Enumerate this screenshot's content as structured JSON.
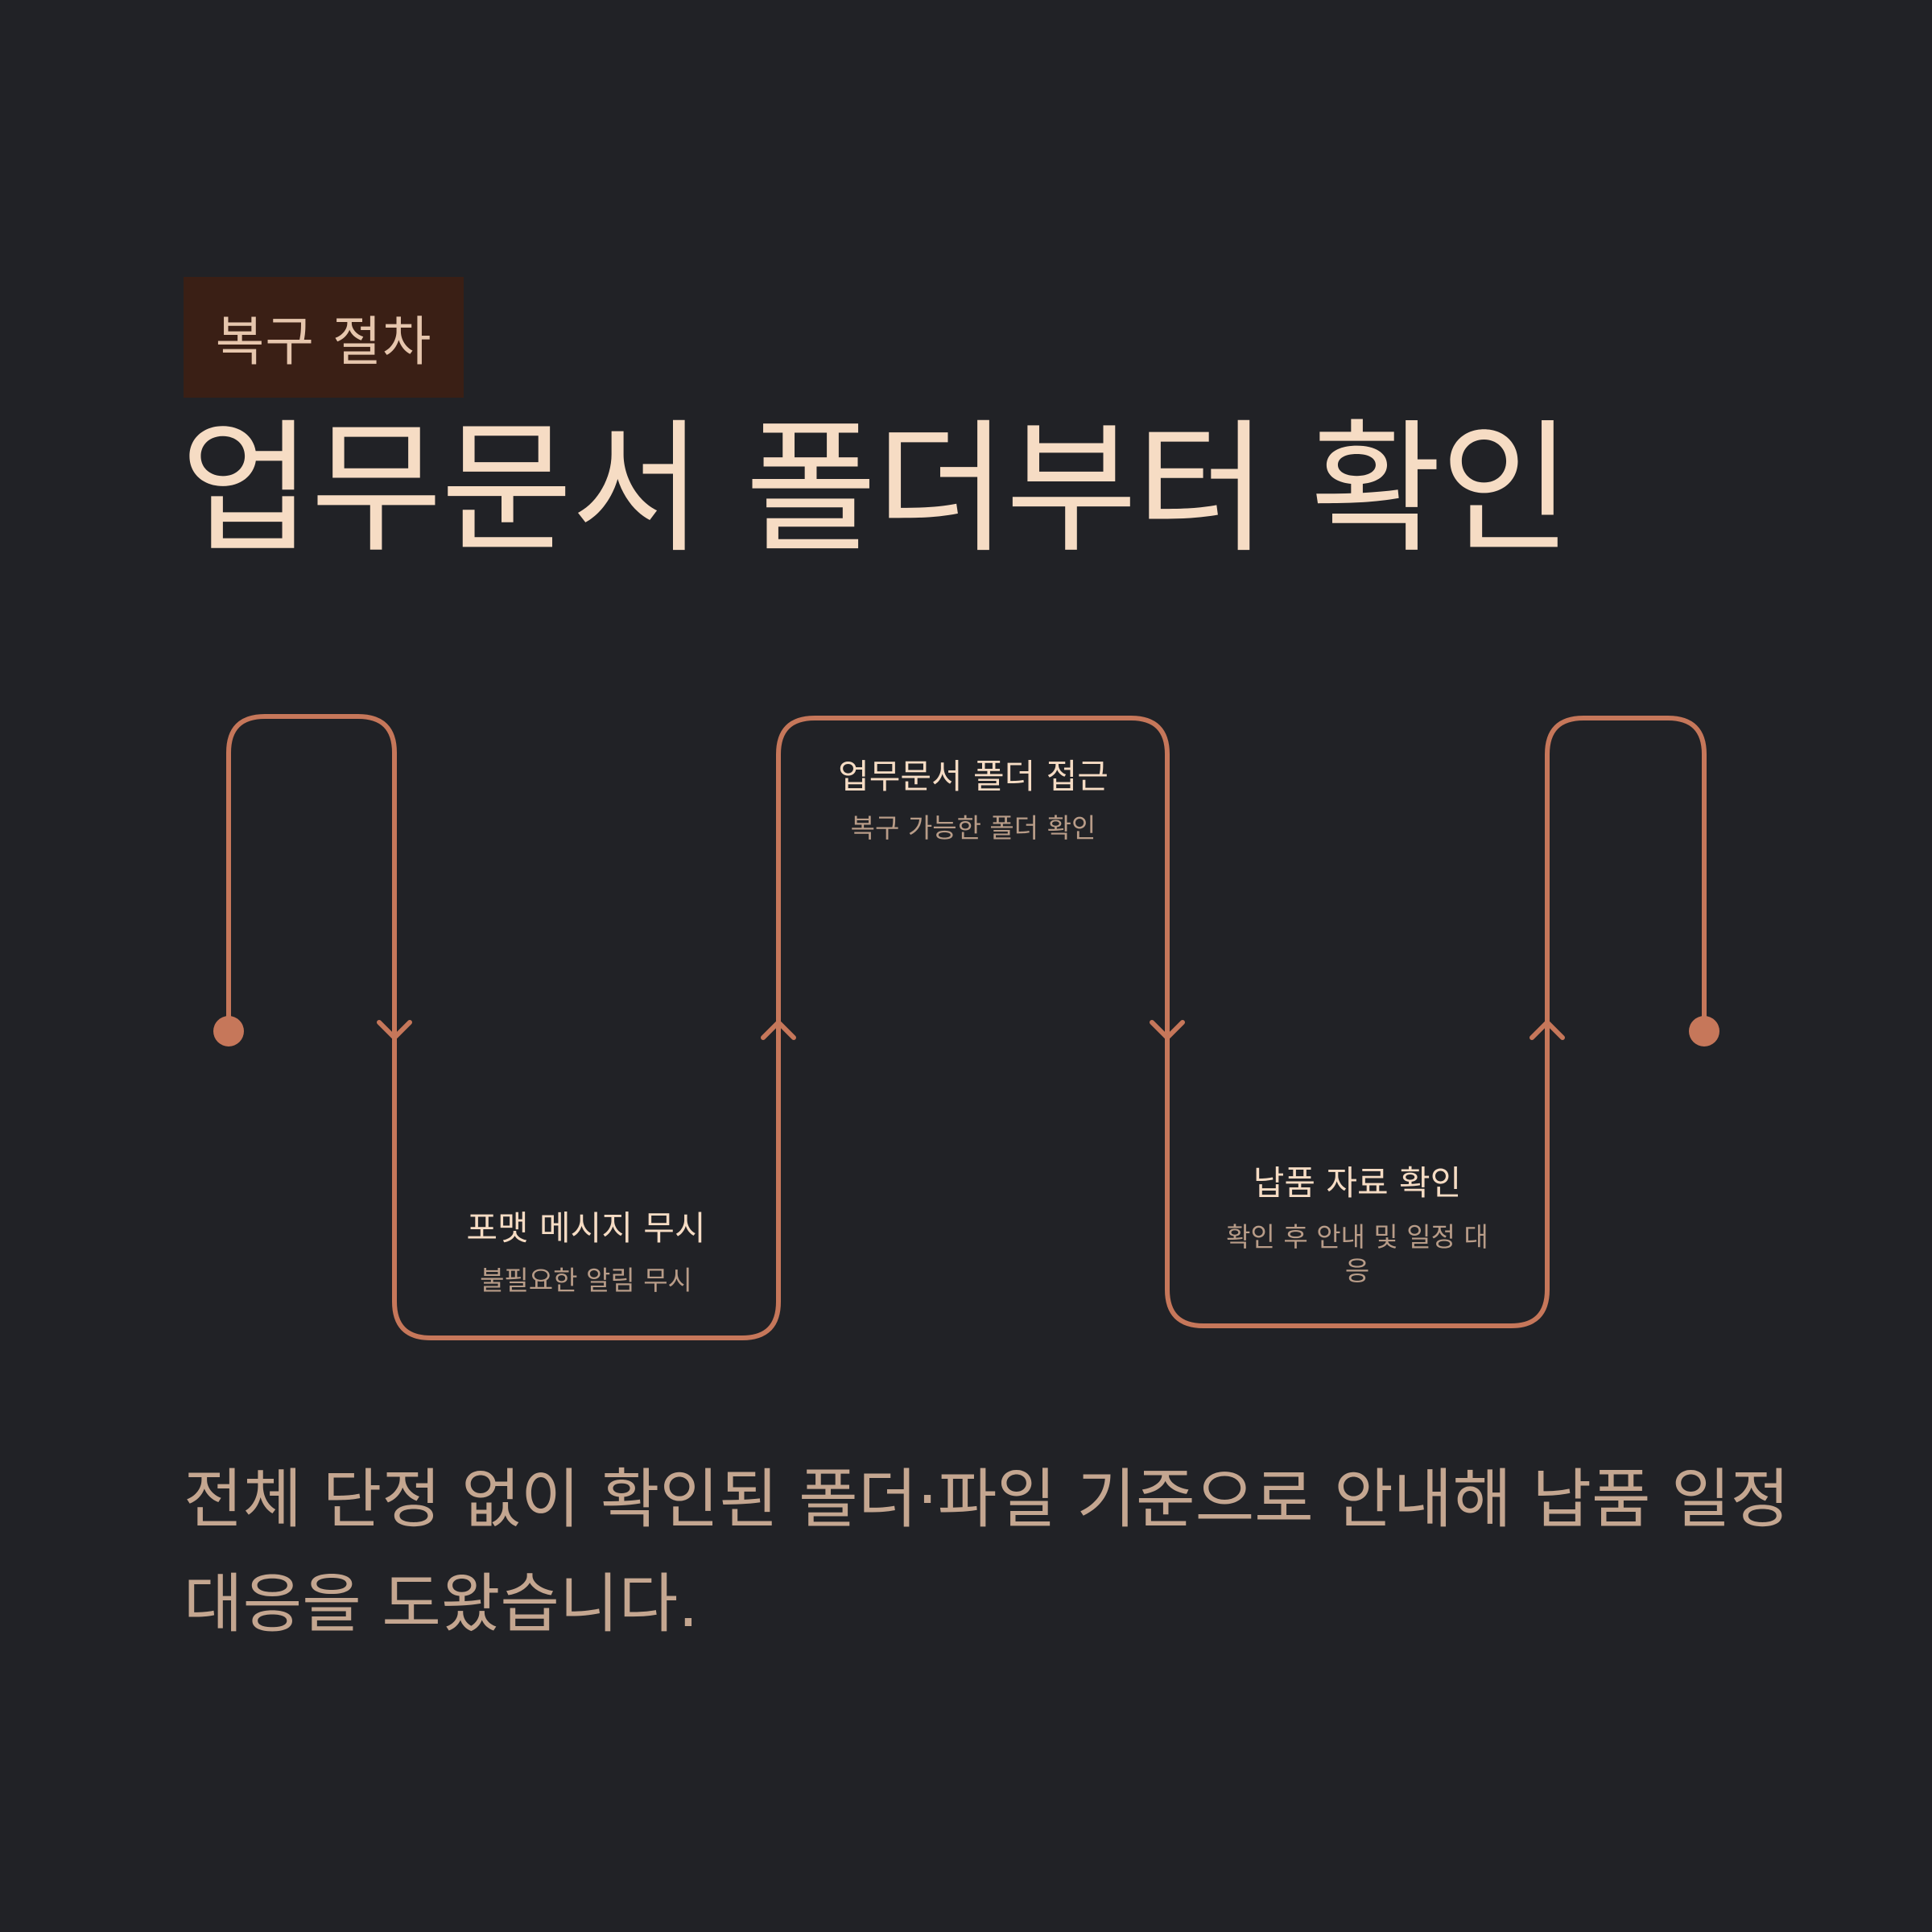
{
  "colors": {
    "background": "#212226",
    "accent": "#c6775a",
    "badge_bg": "#3a1f15",
    "title": "#f6dcc4",
    "muted": "#b89c88"
  },
  "badge": {
    "label": "복구 절차"
  },
  "title": "업무문서 폴더부터 확인",
  "steps": [
    {
      "label": "포맷 메시지 무시",
      "description": "불필요한 알림 무시"
    },
    {
      "label": "업무문서 폴더 접근",
      "description": "복구 가능한 폴더 확인"
    },
    {
      "label": "납품 자료 확인",
      "description_lines": [
        "확인 후 안내 및 일정 대",
        "응"
      ]
    }
  ],
  "summary": {
    "line1": "전체 단정 없이 확인된 폴더·파일 기준으로 안내해 납품 일정",
    "line2": "대응을 도왔습니다."
  }
}
